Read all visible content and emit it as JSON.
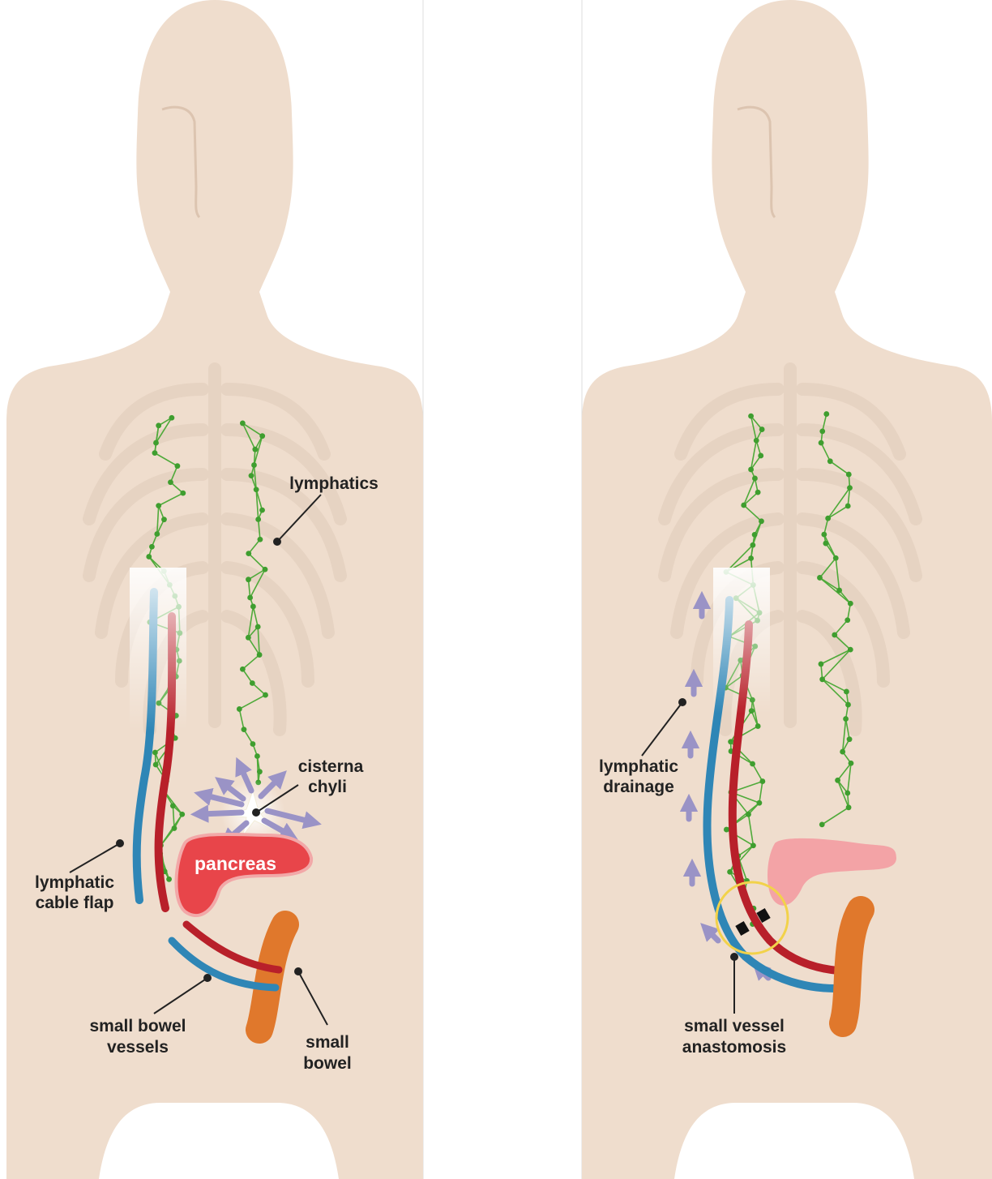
{
  "left_panel": {
    "labels": {
      "lymphatics": "lymphatics",
      "cisterna_line1": "cisterna",
      "cisterna_line2": "chyli",
      "pancreas": "pancreas",
      "flap_line1": "lymphatic",
      "flap_line2": "cable flap",
      "sbv_line1": "small bowel",
      "sbv_line2": "vessels",
      "sb_line1": "small",
      "sb_line2": "bowel"
    }
  },
  "right_panel": {
    "labels": {
      "drainage_line1": "lymphatic",
      "drainage_line2": "drainage",
      "anast_line1": "small vessel",
      "anast_line2": "anastomosis"
    }
  },
  "colors": {
    "skin": "#efddcd",
    "skeleton": "#e6d2c1",
    "lymph": "#3f9e2f",
    "artery": "#b8202a",
    "vein": "#2f86b6",
    "bowel": "#e0782c",
    "pancreas_left": "#e8454a",
    "pancreas_right": "#f3a3a6",
    "arrow": "#9a93c6",
    "ring": "#f2d24a"
  }
}
